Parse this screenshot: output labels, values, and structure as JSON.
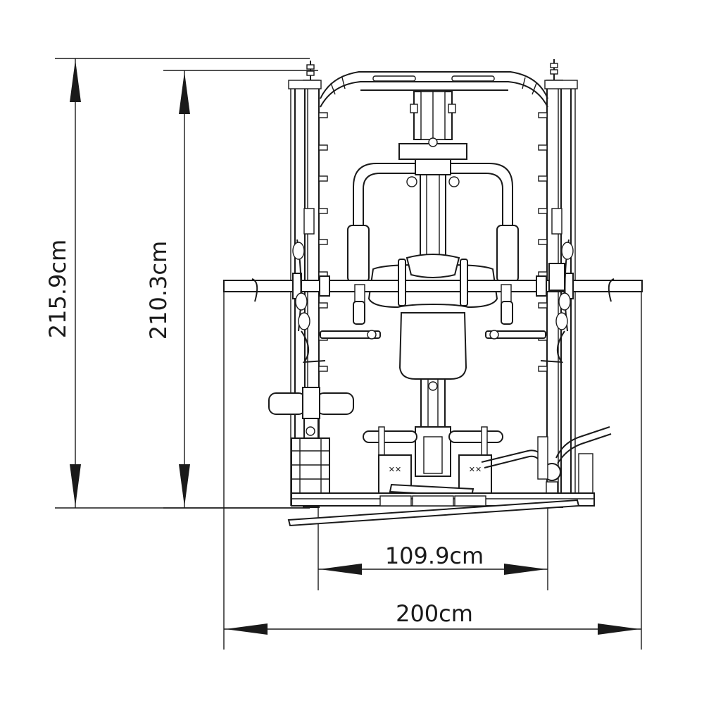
{
  "diagram": {
    "dimensions": {
      "overall_height": "215.9cm",
      "frame_height": "210.3cm",
      "frame_width": "109.9cm",
      "overall_width": "200cm"
    },
    "colors": {
      "line": "#1a1a1a",
      "background": "#ffffff"
    }
  }
}
